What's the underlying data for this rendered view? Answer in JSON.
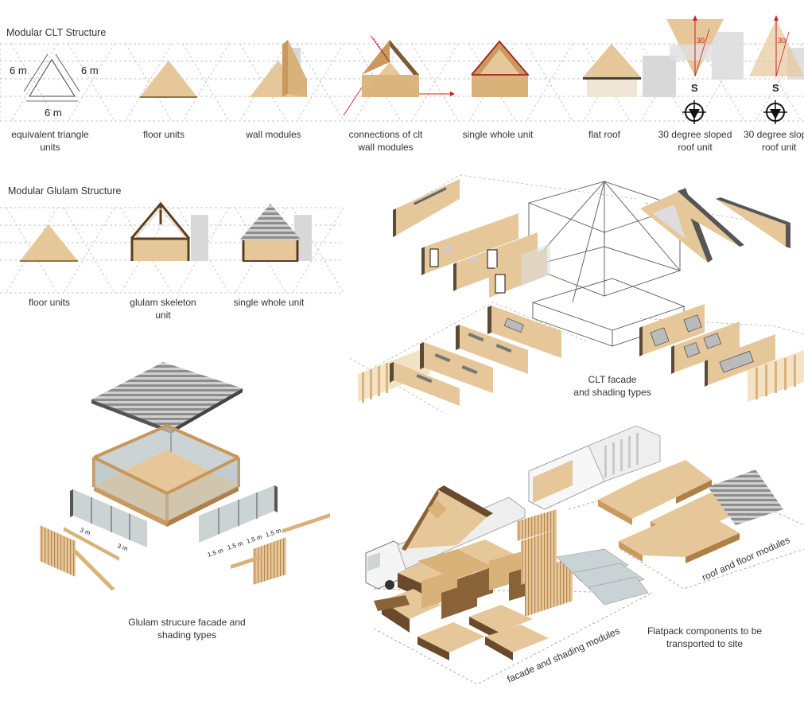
{
  "clt": {
    "title": "Modular CLT Structure",
    "dims": [
      "6 m",
      "6 m",
      "6 m"
    ],
    "captions": [
      {
        "line1": "equivalent triangle",
        "line2": "units"
      },
      {
        "line1": "floor units",
        "line2": ""
      },
      {
        "line1": "wall modules",
        "line2": ""
      },
      {
        "line1": "connections of clt",
        "line2": "wall modules"
      },
      {
        "line1": "single whole unit",
        "line2": ""
      },
      {
        "line1": "flat roof",
        "line2": ""
      },
      {
        "line1": "30 degree sloped",
        "line2": "roof unit"
      },
      {
        "line1": "30 degree slop",
        "line2": "roof unit"
      }
    ],
    "angle_label": "30",
    "south_label": "S"
  },
  "glulam": {
    "title": "Modular Glulam Structure",
    "captions": [
      {
        "line1": "floor units",
        "line2": ""
      },
      {
        "line1": "glulam skeleton",
        "line2": "unit"
      },
      {
        "line1": "single whole unit",
        "line2": ""
      }
    ]
  },
  "clt_facade": {
    "line1": "CLT facade",
    "line2": "and shading types"
  },
  "glulam_facade": {
    "line1": "Glulam strucure facade and",
    "line2": "shading types",
    "dims": [
      "3 m",
      "3 m",
      "1.5 m",
      "1.5 m",
      "1.5 m",
      "1.5 m"
    ]
  },
  "flatpack": {
    "line1": "Flatpack components to be",
    "line2": "transported to site",
    "roof_floor_label": "roof and floor modules",
    "facade_label": "facade and shading modules"
  },
  "colors": {
    "wood": "#e6c79a",
    "dark": "#5a5a5a",
    "accent": "#c22222"
  }
}
